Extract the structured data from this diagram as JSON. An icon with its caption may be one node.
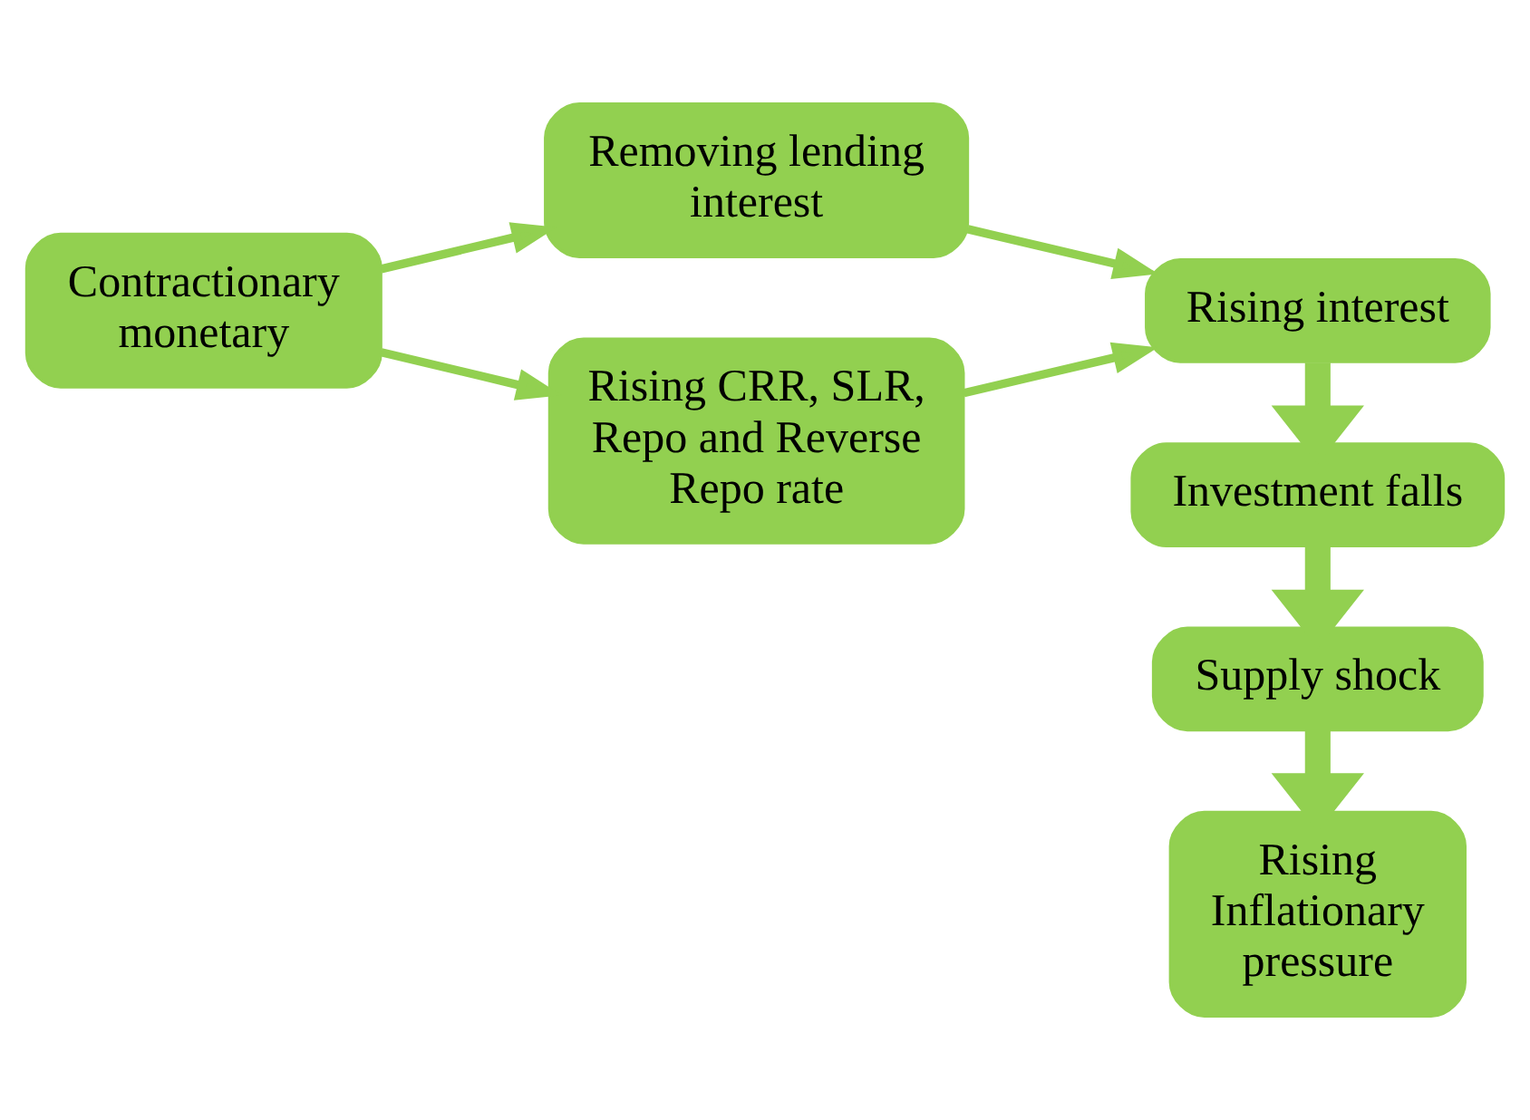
{
  "diagram": {
    "nodes": [
      {
        "text": [
          "Contractionary monetary"
        ]
      },
      {
        "text": [
          "Removing lending interest"
        ]
      },
      {
        "text": [
          "Rising CRR, SLR, Repo and Reverse Repo rate"
        ]
      },
      {
        "text": [
          "Rising interest"
        ]
      },
      {
        "text": [
          "Investment falls"
        ]
      },
      {
        "text": [
          "Supply shock"
        ]
      },
      {
        "text": [
          "Rising Inflationary pressure"
        ]
      }
    ],
    "edges": [
      {
        "from": 0,
        "to": 1,
        "arrow": "to"
      },
      {
        "from": 0,
        "to": 2,
        "arrow": "to"
      },
      {
        "from": 1,
        "to": 3,
        "arrow": "to"
      },
      {
        "from": 2,
        "to": 3,
        "arrow": "to"
      },
      {
        "from": 3,
        "to": 4,
        "arrow": "to",
        "style": "thick"
      },
      {
        "from": 4,
        "to": 5,
        "arrow": "to",
        "style": "thick"
      },
      {
        "from": 5,
        "to": 6,
        "arrow": "to",
        "style": "thick"
      }
    ]
  }
}
